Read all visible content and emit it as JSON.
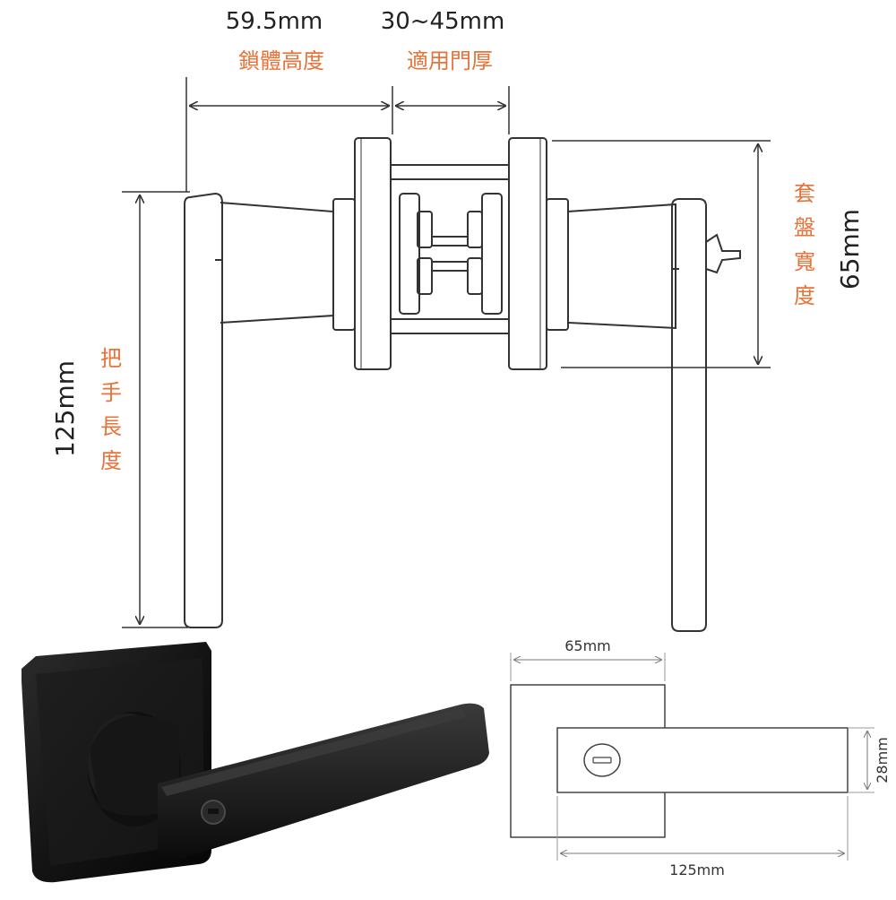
{
  "top_diagram": {
    "lock_body_height": {
      "value": "59.5mm",
      "label": "鎖體高度"
    },
    "door_thickness": {
      "value": "30~45mm",
      "label": "適用門厚"
    },
    "rose_width": {
      "value": "65mm",
      "label": "套盤寬度"
    },
    "handle_length": {
      "value": "125mm",
      "label": "把手長度"
    }
  },
  "bottom_diagram": {
    "rose_width": "65mm",
    "handle_height": "28mm",
    "handle_length": "125mm"
  },
  "colors": {
    "dimension_label": "#e8733a",
    "dimension_value": "#222222",
    "line": "#333333",
    "product_finish": "#151515"
  }
}
